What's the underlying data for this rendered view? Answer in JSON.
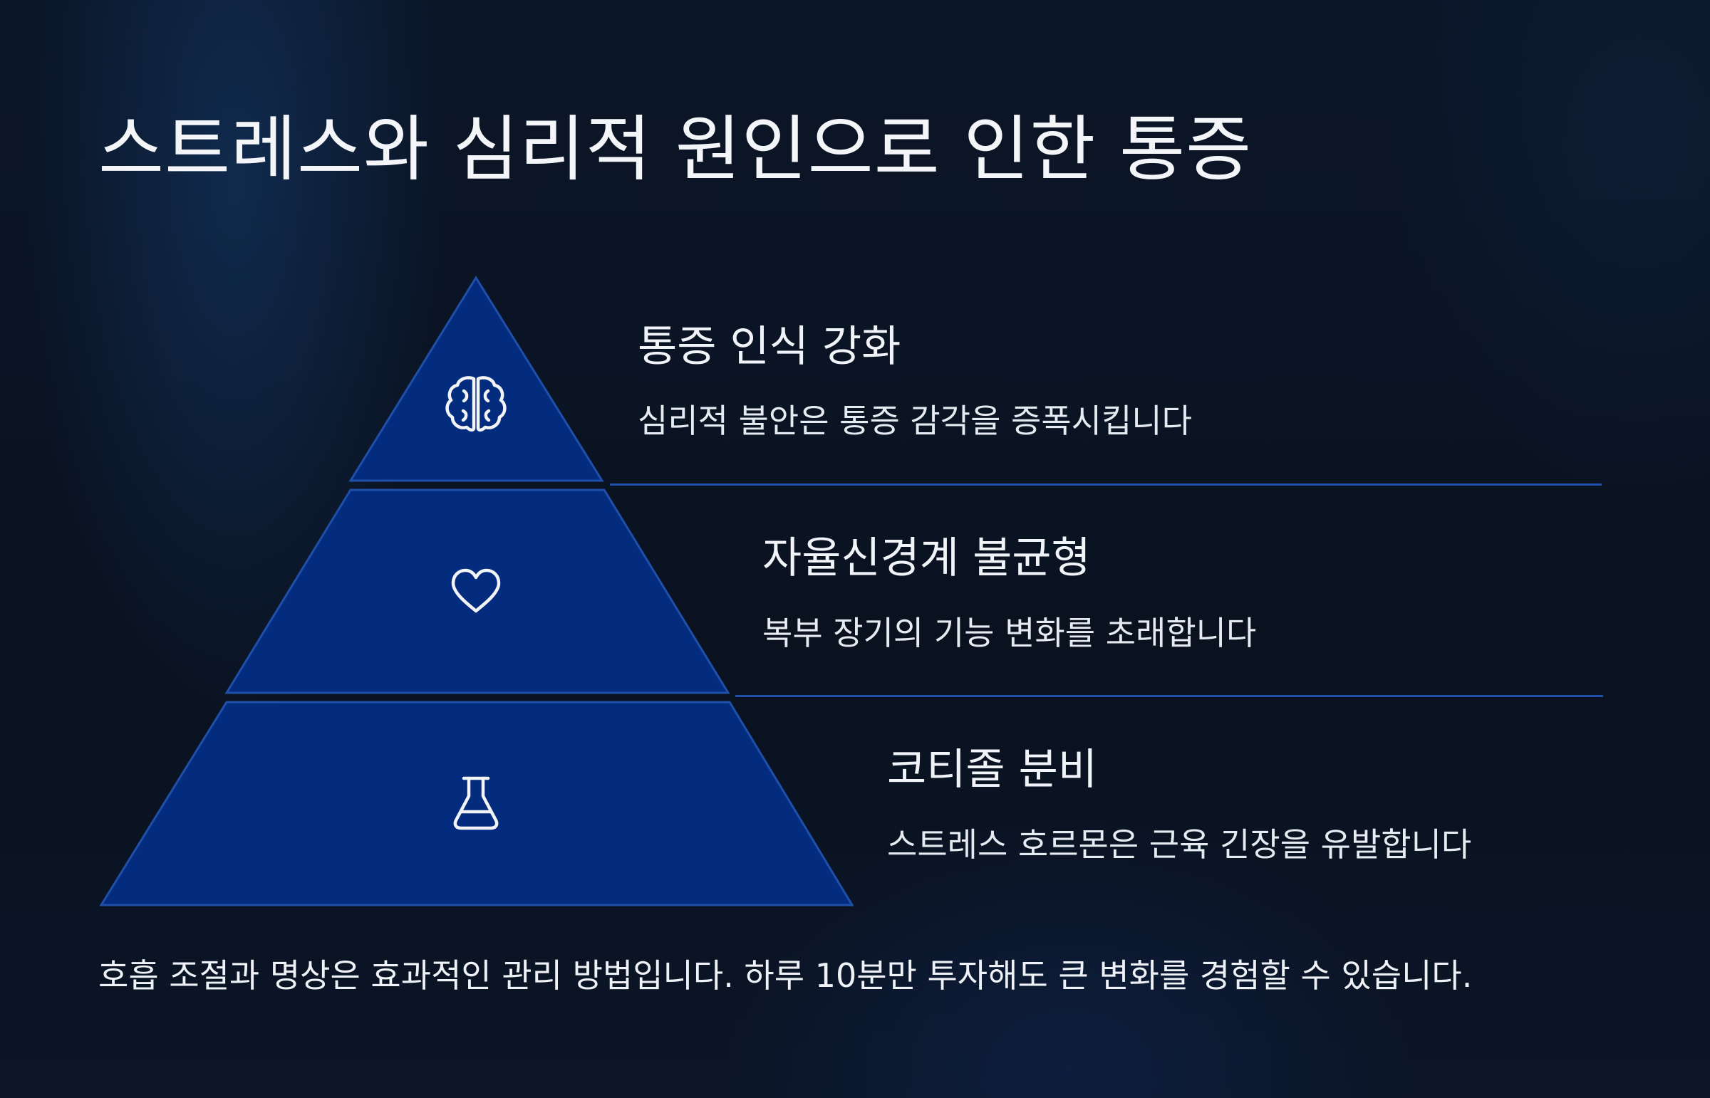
{
  "title": "스트레스와 심리적 원인으로 인한 통증",
  "tiers": [
    {
      "icon": "brain-icon",
      "heading": "통증 인식 강화",
      "description": "심리적 불안은 통증 감각을 증폭시킵니다"
    },
    {
      "icon": "heart-icon",
      "heading": "자율신경계 불균형",
      "description": "복부 장기의 기능 변화를 초래합니다"
    },
    {
      "icon": "flask-icon",
      "heading": "코티졸 분비",
      "description": "스트레스 호르몬은 근육 긴장을 유발합니다"
    }
  ],
  "footer": "호흡 조절과 명상은 효과적인 관리 방법입니다. 하루 10분만 투자해도 큰 변화를 경험할 수 있습니다.",
  "colors": {
    "background": "#0a1322",
    "tier_fill": "#042c7e",
    "tier_stroke": "#1f4fa8",
    "divider": "#1f4fa8",
    "text": "#eef1f6"
  }
}
